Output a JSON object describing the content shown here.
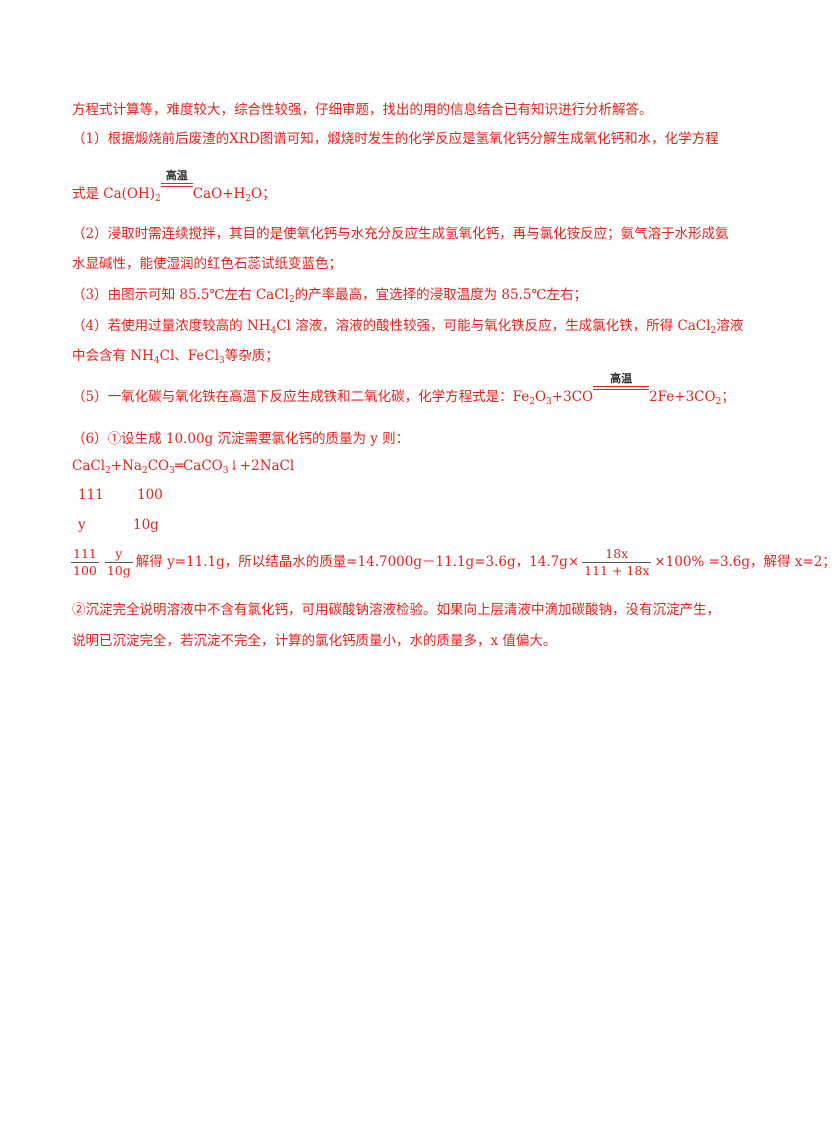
{
  "lines": {
    "l1": "方程式计算等，难度较大，综合性较强，仔细审题，找出的用的信息结合已有知识进行分析解答。",
    "l2": "（1）根据煅烧前后废渣的XRD图谱可知，煅烧时发生的化学反应是氢氧化钙分解生成氧化钙和水，化学方程",
    "l3_pre": "式是 Ca(OH)",
    "l3_sub": "2",
    "l3_cond": "高温",
    "l3_post1": "CaO+H",
    "l3_sub2": "2",
    "l3_post2": "O；",
    "l4": "（2）浸取时需连续搅拌，其目的是使氧化钙与水充分反应生成氢氧化钙，再与氯化铵反应；氨气溶于水形成氨",
    "l5": "水显碱性，能使湿润的红色石蕊试纸变蓝色；",
    "l6_pre": "（3）由图示可知 85.5℃左右 CaCl",
    "l6_sub": "2",
    "l6_post": "的产率最高，宜选择的浸取温度为 85.5℃左右；",
    "l7_pre": "（4）若使用过量浓度较高的 NH",
    "l7_sub": "4",
    "l7_mid": "Cl 溶液，溶液的酸性较强，可能与氧化铁反应，生成氯化铁，所得 CaCl",
    "l7_sub2": "2",
    "l7_post": "溶液",
    "l8_pre": "中会含有 NH",
    "l8_sub": "4",
    "l8_mid": "Cl、FeCl",
    "l8_sub2": "3",
    "l8_post": "等杂质；",
    "l9_pre": "（5）一氧化碳与氧化铁在高温下反应生成铁和二氧化碳，化学方程式是：Fe",
    "l9_sub1": "2",
    "l9_o": "O",
    "l9_sub2": "3",
    "l9_mid": "+3CO",
    "l9_cond": "高温",
    "l9_post1": "2Fe+3CO",
    "l9_sub3": "2",
    "l9_post2": "；",
    "l10": "（6）①设生成 10.00g 沉淀需要氯化钙的质量为 y 则：",
    "l11_a": "CaCl",
    "l11_s1": "2",
    "l11_b": "+Na",
    "l11_s2": "2",
    "l11_c": "CO",
    "l11_s3": "3",
    "l11_eq": "═",
    "l11_d": "CaCO",
    "l11_s4": "3",
    "l11_e": "↓+2NaCl",
    "l12_a": "111",
    "l12_b": "100",
    "l13_a": "y",
    "l13_b": "10g",
    "l14_f1n": "111",
    "l14_f1d": "100",
    "l14_f2n": "y",
    "l14_f2d": "10g",
    "l14_mid": "解得 y=11.1g，所以结晶水的质量=14.7000g－11.1g=3.6g，14.7g×",
    "l14_f3n": "18x",
    "l14_f3d": "111 + 18x",
    "l14_post": "×100% =3.6g，解得 x=2；",
    "l15": "②沉淀完全说明溶液中不含有氯化钙，可用碳酸钠溶液检验。如果向上层清液中滴加碳酸钠，没有沉淀产生，",
    "l16": "说明已沉淀完全，若沉淀不完全，计算的氯化钙质量小，水的质量多，x 值偏大。"
  }
}
